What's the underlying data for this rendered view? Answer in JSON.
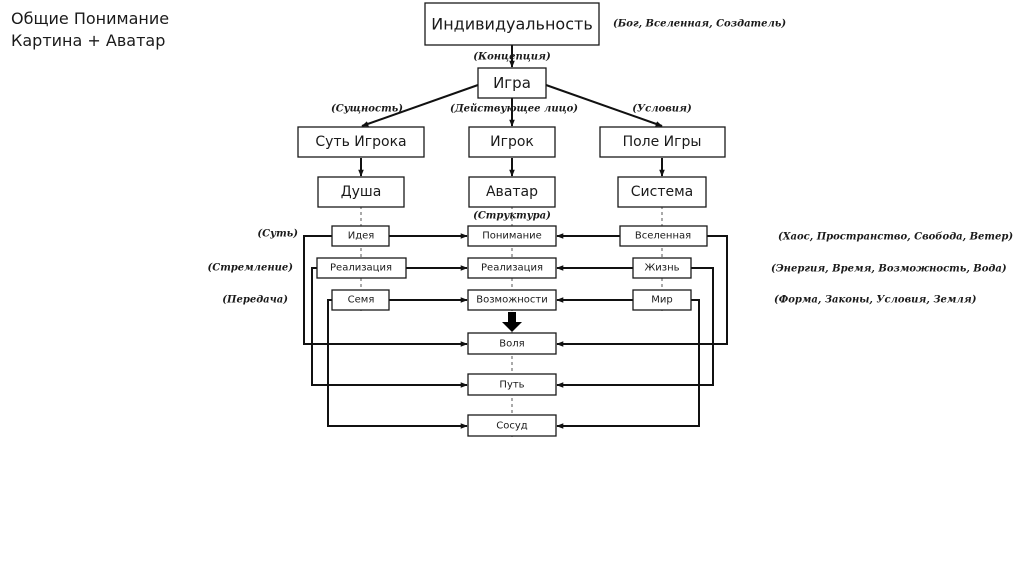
{
  "title": {
    "line1": "Общие Понимание",
    "line2": "Картина + Аватар"
  },
  "nodes": {
    "individuality": "Индивидуальность",
    "game": "Игра",
    "player_essence": "Суть Игрока",
    "player": "Игрок",
    "game_field": "Поле Игры",
    "soul": "Душа",
    "avatar": "Аватар",
    "system": "Система",
    "idea": "Идея",
    "realization_left": "Реализация",
    "seed": "Семя",
    "understanding": "Понимание",
    "realization_center": "Реализация",
    "possibilities": "Возможности",
    "universe": "Вселенная",
    "life": "Жизнь",
    "world": "Мир",
    "will": "Воля",
    "path": "Путь",
    "vessel": "Сосуд"
  },
  "annotations": {
    "individuality_note": "(Бог, Вселенная, Создатель)",
    "concept": "(Концепция)",
    "essence": "(Сущность)",
    "actor": "(Действующее лицо)",
    "conditions": "(Условия)",
    "structure": "(Структура)",
    "core": "(Суть)",
    "aspiration": "(Стремление)",
    "transmission": "(Передача)",
    "universe_note": "(Хаос, Пространство, Свобода, Ветер)",
    "life_note": "(Энергия, Время, Возможность, Вода)",
    "world_note": "(Форма, Законы, Условия, Земля)"
  }
}
